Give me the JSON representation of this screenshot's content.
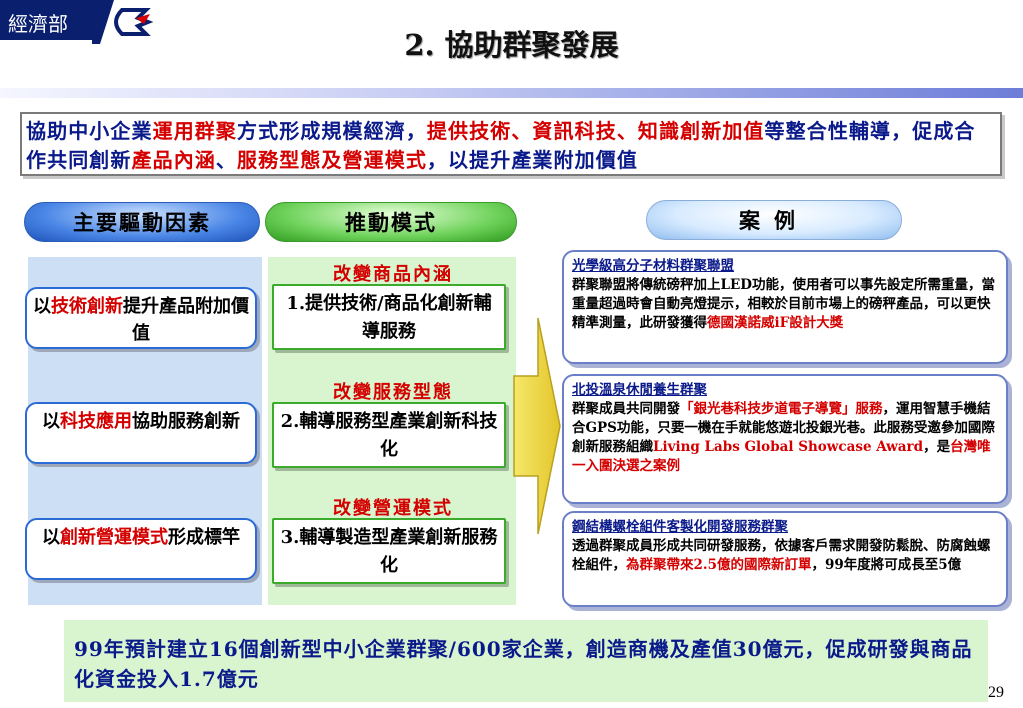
{
  "header": {
    "dept_logo": "經濟部",
    "title": "2. 協助群聚發展"
  },
  "intro": {
    "seg1": "協助中小企業",
    "seg2": "運用群聚",
    "seg3": "方式形成規模經濟，",
    "seg4": "提供技術、資訊科技、知識創新加值",
    "seg5": "等整合性輔導，促成合作共同創新",
    "seg6": "產品內涵",
    "seg7": "、",
    "seg8": "服務型態及營運模式",
    "seg9": "，以提升產業附加價值"
  },
  "columns": {
    "drivers_header": "主要驅動因素",
    "modes_header": "推動模式",
    "cases_header": "案例"
  },
  "drivers": [
    {
      "pre": "以",
      "red": "技術創新",
      "post": "提升產品附加價值"
    },
    {
      "pre": "以",
      "red": "科技應用",
      "post": "協助服務創新"
    },
    {
      "pre": "以",
      "red": "創新營運模式",
      "post": "形成標竿"
    }
  ],
  "modes": [
    {
      "label": "改變商品內涵",
      "text": "1.提供技術/商品化創新輔導服務"
    },
    {
      "label": "改變服務型態",
      "text": "2.輔導服務型產業創新科技化"
    },
    {
      "label": "改變營運模式",
      "text": "3.輔導製造型產業創新服務化"
    }
  ],
  "cases": [
    {
      "title": "光學級高分子材料群聚聯盟",
      "body1": "群聚聯盟將傳統磅秤加上LED功能，使用者可以事先設定所需重量，當重量超過時會自動亮燈提示，相較於目前市場上的磅秤產品，可以更快精準測量，此研發獲得",
      "red1": "德國漢諾威iF設計大獎",
      "body2": ""
    },
    {
      "title": "北投溫泉休閒養生群聚",
      "body1": "群聚成員共同開發",
      "red1": "「銀光巷科技步道電子導覽」服務",
      "body2": "，運用智慧手機結合GPS功能，只要一機在手就能悠遊北投銀光巷。此服務受邀參加國際創新服務組織",
      "red2": "Living Labs Global Showcase Award",
      "body3": "，是",
      "red3": "台灣唯一入圍決選之案例"
    },
    {
      "title": "鋼結構螺栓組件客製化開發服務群聚",
      "body1": "透過群聚成員形成共同研發服務，依據客戶需求開發防鬆脫、防腐蝕螺栓組件，",
      "red1": "為群聚帶來2.5億的國際新訂單",
      "body2": "，99年度將可成長至5億"
    }
  ],
  "bottom_text": "99年預計建立16個創新型中小企業群聚/600家企業，創造商機及產值30億元，促成研發與商品化資金投入1.7億元",
  "page_number": "29",
  "colors": {
    "navy": "#0a1f6e",
    "red_text": "#d40000",
    "blue_text": "#0b1a8a",
    "green_panel": "#d9f5cf",
    "blue_panel": "#ccdff5"
  }
}
